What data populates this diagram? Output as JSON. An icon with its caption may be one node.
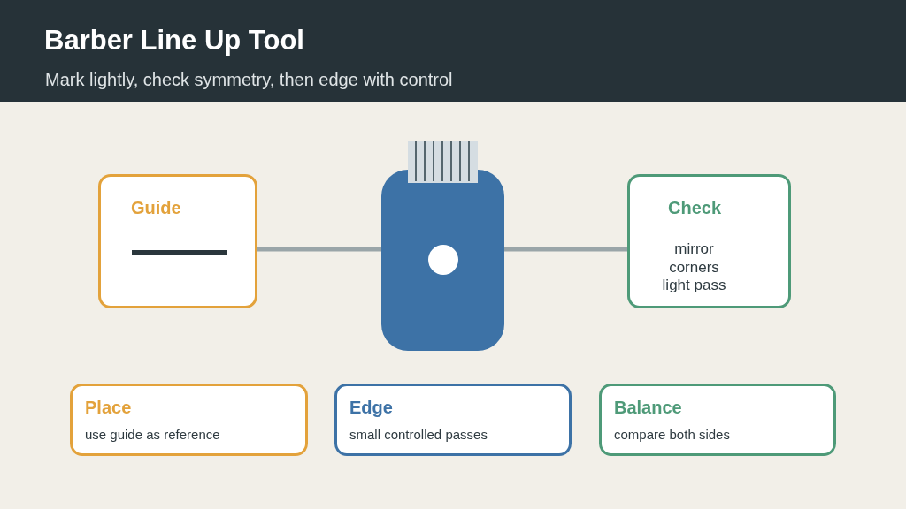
{
  "diagram": {
    "title": "Barber Line Up Tool",
    "caption": "Mark lightly, check symmetry, then edge with control",
    "nodes": [
      {
        "text": [
          "Guide"
        ]
      },
      {
        "text": [],
        "shape": "picture"
      },
      {
        "text": [
          "Check",
          "mirror corners light pass"
        ]
      },
      {
        "text": [
          "Place",
          "use guide as reference"
        ]
      },
      {
        "text": [
          "Edge",
          "small controlled passes"
        ]
      },
      {
        "text": [
          "Balance",
          "compare both sides"
        ]
      }
    ],
    "edges": [
      {
        "from": 0,
        "to": 1,
        "arrow": "none"
      },
      {
        "from": 1,
        "to": 2,
        "arrow": "none"
      }
    ]
  }
}
